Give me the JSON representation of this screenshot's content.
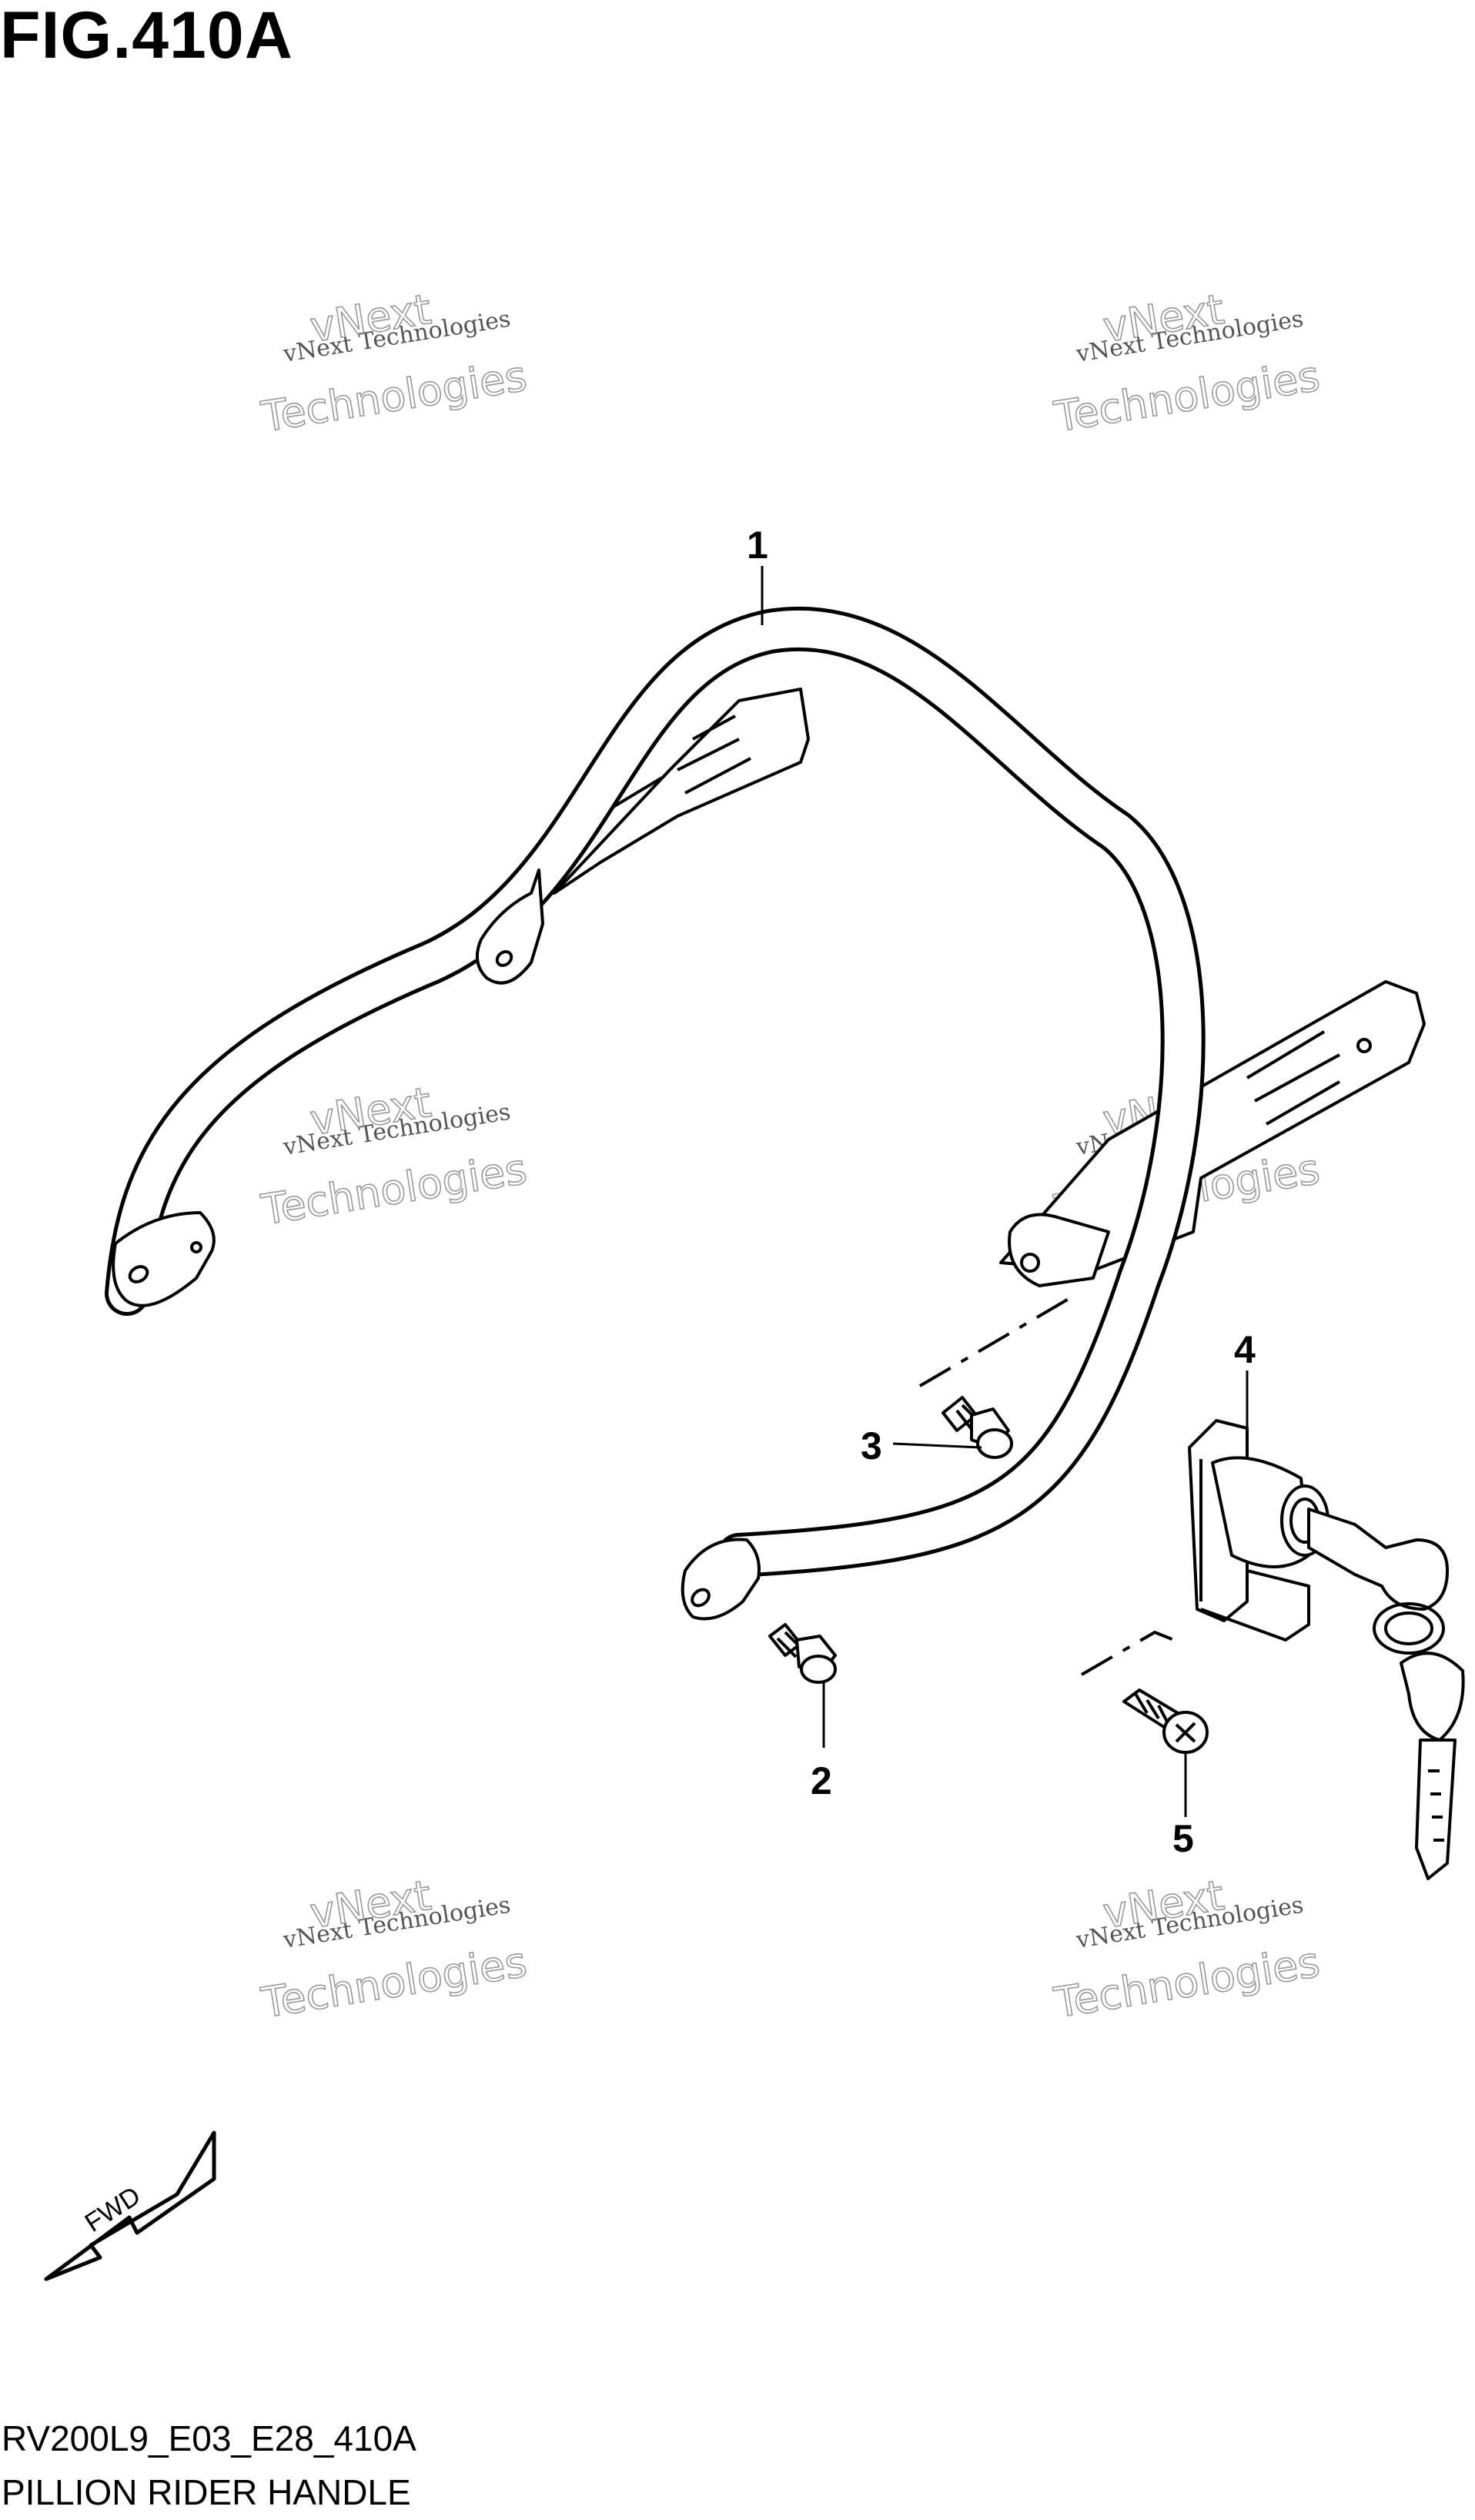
{
  "figure": {
    "title": "FIG.410A",
    "code": "RV200L9_E03_E28_410A",
    "subtitle": "PILLION RIDER HANDLE"
  },
  "callouts": [
    "1",
    "2",
    "3",
    "4",
    "5"
  ],
  "watermark": {
    "small": "vNext Technologies",
    "big_line1": "vNext",
    "big_line2": "Technologies"
  },
  "fwd_label": "FWD"
}
